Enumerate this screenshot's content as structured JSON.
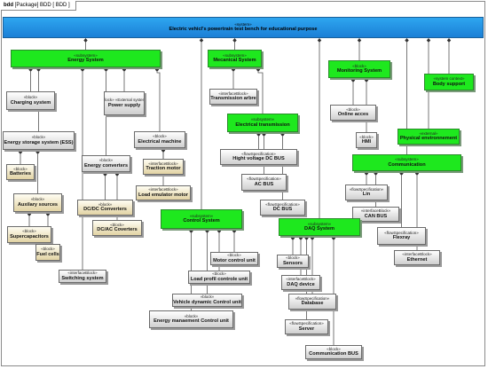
{
  "frame": {
    "kind": "bdd",
    "rest": "[Package] BDD [ BDD ]"
  },
  "blocks": [
    {
      "id": "root",
      "stereo": "«system»",
      "name": "Electric vehicl's powertrain test bench for educational purpose",
      "style": "blue"
    },
    {
      "id": "energy",
      "stereo": "«subsystem»",
      "name": "Energy System",
      "style": "green"
    },
    {
      "id": "mech",
      "stereo": "«subsystem»",
      "name": "Mecanical System",
      "style": "green"
    },
    {
      "id": "monitor",
      "stereo": "«block»",
      "name": "Monitoring System",
      "style": "green"
    },
    {
      "id": "body",
      "stereo": "«system context»",
      "name": "Body support",
      "style": "green"
    },
    {
      "id": "charging",
      "stereo": "«block»",
      "name": "Charging system",
      "style": "gray"
    },
    {
      "id": "power",
      "stereo": "«block» «External system»",
      "name": "Power supply",
      "style": "gray"
    },
    {
      "id": "transarbre",
      "stereo": "«interfaceBlock»",
      "name": "Transmission arbre",
      "style": "gray"
    },
    {
      "id": "online",
      "stereo": "«block»",
      "name": "Online acces",
      "style": "gray"
    },
    {
      "id": "elec_trans",
      "stereo": "«subsystem»",
      "name": "Electrical transmission",
      "style": "green"
    },
    {
      "id": "ess",
      "stereo": "«block»",
      "name": "Energy storage system (ESS)",
      "style": "gray"
    },
    {
      "id": "elec_machine",
      "stereo": "«block»",
      "name": "Electrical machine",
      "style": "gray"
    },
    {
      "id": "hmi",
      "stereo": "«block»",
      "name": "HMI",
      "style": "gray"
    },
    {
      "id": "physenv",
      "stereo": "«external»",
      "name": "Physical environnement",
      "style": "green"
    },
    {
      "id": "batteries",
      "stereo": "«block»",
      "name": "Batteries",
      "style": "cream"
    },
    {
      "id": "conv",
      "stereo": "«block»",
      "name": "Energy converters",
      "style": "gray"
    },
    {
      "id": "traction",
      "stereo": "«interfaceBlock»",
      "name": "Traction motor",
      "style": "cream"
    },
    {
      "id": "hvdc",
      "stereo": "«flowSpecification»",
      "name": "Hight voltage DC BUS",
      "style": "gray"
    },
    {
      "id": "comm",
      "stereo": "«subsystem»",
      "name": "Communication",
      "style": "green"
    },
    {
      "id": "acbus",
      "stereo": "«flowSpecification»",
      "name": "AC BUS",
      "style": "gray"
    },
    {
      "id": "aux",
      "stereo": "«block»",
      "name": "Auxilary sources",
      "style": "cream"
    },
    {
      "id": "loademu",
      "stereo": "«interfaceBlock»",
      "name": "Load emulator motor",
      "style": "cream"
    },
    {
      "id": "lin",
      "stereo": "«flowSpecification»",
      "name": "Lin",
      "style": "gray"
    },
    {
      "id": "dcdc",
      "stereo": "«block»",
      "name": "DC/DC Converters",
      "style": "cream"
    },
    {
      "id": "dcbus",
      "stereo": "«flowSpecification»",
      "name": "DC BUS",
      "style": "gray"
    },
    {
      "id": "canbus",
      "stereo": "«interfaceBlock»",
      "name": "CAN BUS",
      "style": "gray"
    },
    {
      "id": "control",
      "stereo": "«subsystem»",
      "name": "Control System",
      "style": "green"
    },
    {
      "id": "daq",
      "stereo": "«subsystem»",
      "name": "DAQ System",
      "style": "green"
    },
    {
      "id": "super",
      "stereo": "«block»",
      "name": "Supercapacitors",
      "style": "cream"
    },
    {
      "id": "dcac",
      "stereo": "«block»",
      "name": "DC/AC Coverters",
      "style": "cream"
    },
    {
      "id": "flexray",
      "stereo": "«flowSpecification»",
      "name": "Flexray",
      "style": "gray"
    },
    {
      "id": "fuel",
      "stereo": "«block»",
      "name": "Fuel cells",
      "style": "cream"
    },
    {
      "id": "motorcu",
      "stereo": "«block»",
      "name": "Motor control unit",
      "style": "gray"
    },
    {
      "id": "sensors",
      "stereo": "«block»",
      "name": "Sensors",
      "style": "gray"
    },
    {
      "id": "ethernet",
      "stereo": "«interfaceBlock»",
      "name": "Ethernet",
      "style": "gray"
    },
    {
      "id": "switching",
      "stereo": "«interfaceBlock»",
      "name": "Switching system",
      "style": "gray"
    },
    {
      "id": "loadprofil",
      "stereo": "«block»",
      "name": "Load profil controle unit",
      "style": "gray"
    },
    {
      "id": "daqdev",
      "stereo": "«interfaceBlock»",
      "name": "DAQ device",
      "style": "gray"
    },
    {
      "id": "vdcu",
      "stereo": "«block»",
      "name": "Vehicle dynamic Control unit",
      "style": "gray"
    },
    {
      "id": "database",
      "stereo": "«flowSpecification»",
      "name": "Database",
      "style": "gray"
    },
    {
      "id": "emcu",
      "stereo": "«block»",
      "name": "Energy manaement Control unit",
      "style": "gray"
    },
    {
      "id": "server",
      "stereo": "«flowSpecification»",
      "name": "Server",
      "style": "gray"
    },
    {
      "id": "commbus",
      "stereo": "«block»",
      "name": "Communication BUS",
      "style": "gray"
    }
  ],
  "links": [
    [
      "energy",
      "root"
    ],
    [
      "mech",
      "root"
    ],
    [
      "monitor",
      "root"
    ],
    [
      "body",
      "root"
    ],
    [
      "physenv",
      "root"
    ],
    [
      "comm",
      "root"
    ],
    [
      "control",
      "root"
    ],
    [
      "daq",
      "root"
    ],
    [
      "charging",
      "energy"
    ],
    [
      "power",
      "energy"
    ],
    [
      "ess",
      "energy"
    ],
    [
      "conv",
      "energy"
    ],
    [
      "elec_machine",
      "energy"
    ],
    [
      "switching",
      "energy"
    ],
    [
      "batteries",
      "ess"
    ],
    [
      "aux",
      "ess"
    ],
    [
      "super",
      "aux"
    ],
    [
      "fuel",
      "aux"
    ],
    [
      "dcdc",
      "conv"
    ],
    [
      "dcac",
      "conv"
    ],
    [
      "traction",
      "elec_machine"
    ],
    [
      "loademu",
      "elec_machine"
    ],
    [
      "transarbre",
      "mech"
    ],
    [
      "elec_trans",
      "mech"
    ],
    [
      "hvdc",
      "elec_trans"
    ],
    [
      "acbus",
      "elec_trans"
    ],
    [
      "dcbus",
      "elec_trans"
    ],
    [
      "online",
      "monitor"
    ],
    [
      "hmi",
      "monitor"
    ],
    [
      "lin",
      "comm"
    ],
    [
      "canbus",
      "comm"
    ],
    [
      "flexray",
      "comm"
    ],
    [
      "ethernet",
      "comm"
    ],
    [
      "motorcu",
      "control"
    ],
    [
      "loadprofil",
      "control"
    ],
    [
      "vdcu",
      "control"
    ],
    [
      "emcu",
      "control"
    ],
    [
      "sensors",
      "daq"
    ],
    [
      "daqdev",
      "daq"
    ],
    [
      "database",
      "daq"
    ],
    [
      "server",
      "daq"
    ],
    [
      "commbus",
      "daq"
    ]
  ]
}
